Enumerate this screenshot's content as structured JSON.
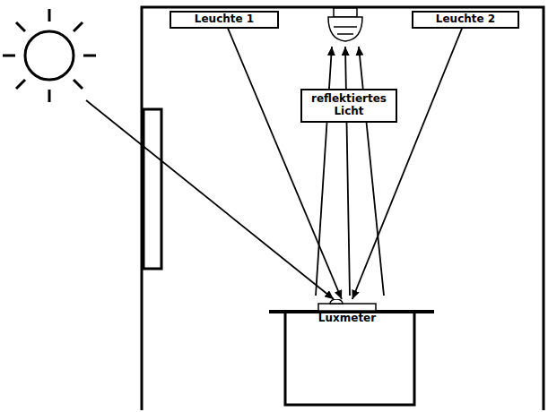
{
  "diagram": {
    "nodes": [
      {
        "text": [
          "Leuchte 1"
        ]
      },
      {
        "text": [
          "Leuchte 2"
        ]
      },
      {
        "text": [
          "reflektiertes Licht"
        ]
      },
      {
        "text": [
          "Luxmeter"
        ]
      }
    ],
    "edges": [
      {
        "from": 0,
        "to": 3,
        "arrow": "to"
      },
      {
        "from": 1,
        "to": 3,
        "arrow": "to"
      }
    ]
  }
}
